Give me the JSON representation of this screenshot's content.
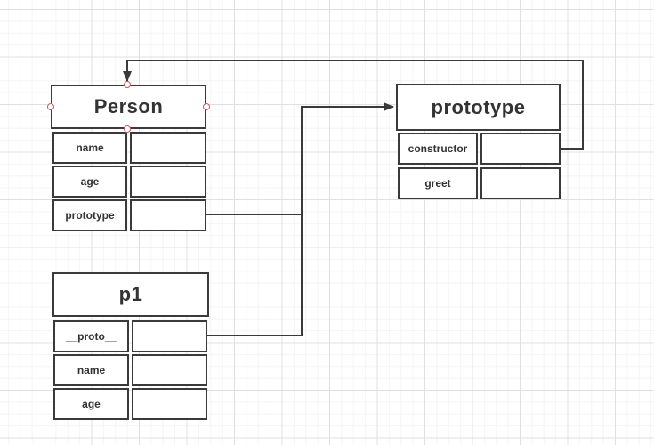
{
  "diagram": {
    "tables": {
      "person": {
        "title": "Person",
        "rows": [
          {
            "label": "name"
          },
          {
            "label": "age"
          },
          {
            "label": "prototype"
          }
        ]
      },
      "prototype": {
        "title": "prototype",
        "rows": [
          {
            "label": "constructor"
          },
          {
            "label": "greet"
          }
        ]
      },
      "p1": {
        "title": "p1",
        "rows": [
          {
            "label": "__proto__"
          },
          {
            "label": "name"
          },
          {
            "label": "age"
          }
        ]
      }
    },
    "connectors": [
      {
        "name": "prototype-constructor-to-person",
        "from": "prototype.constructor",
        "to": "Person (top)"
      },
      {
        "name": "person-prototype-to-prototype",
        "from": "Person.prototype",
        "to": "prototype (left)"
      },
      {
        "name": "p1-proto-to-prototype",
        "from": "p1.__proto__",
        "to": "prototype (left, shared trunk)"
      }
    ],
    "colors": {
      "background": "#ffffff",
      "grid_minor": "#f4f4f4",
      "grid_major": "#e0e0e0",
      "stroke": "#3a3a3a",
      "text": "#333333",
      "anchor_ring": "#c75a5a"
    }
  }
}
